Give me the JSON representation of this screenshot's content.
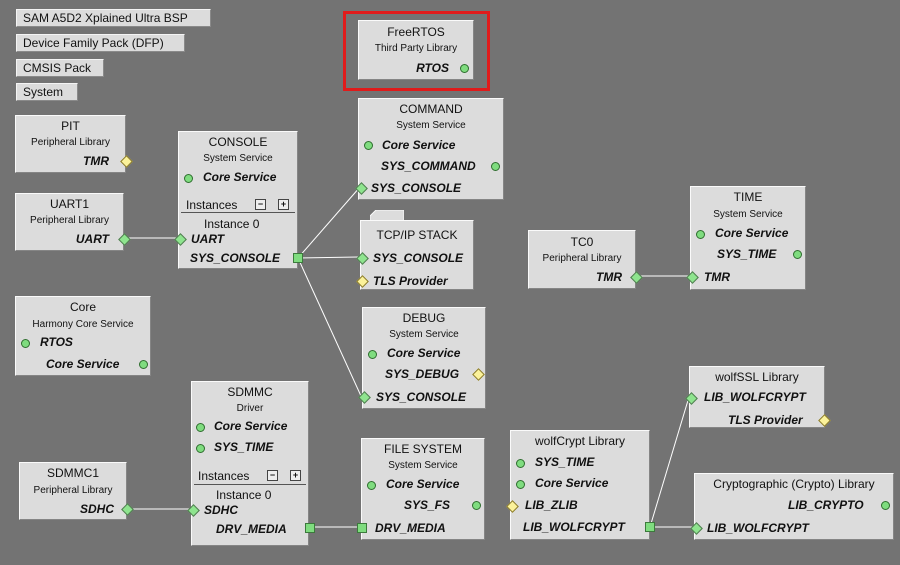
{
  "tags": {
    "bsp": "SAM A5D2 Xplained Ultra BSP",
    "dfp": "Device Family Pack (DFP)",
    "cmsis": "CMSIS Pack",
    "system": "System"
  },
  "freertos": {
    "title": "FreeRTOS",
    "subtitle": "Third Party Library",
    "p_rtos": "RTOS"
  },
  "command": {
    "title": "COMMAND",
    "subtitle": "System Service",
    "p_core": "Core Service",
    "p_cmd": "SYS_COMMAND",
    "p_console": "SYS_CONSOLE"
  },
  "pit": {
    "title": "PIT",
    "subtitle": "Peripheral Library",
    "p_tmr": "TMR"
  },
  "console": {
    "title": "CONSOLE",
    "subtitle": "System Service",
    "p_core": "Core Service",
    "instances": "Instances",
    "instance0": "Instance 0",
    "p_uart": "UART",
    "p_console": "SYS_CONSOLE"
  },
  "uart1": {
    "title": "UART1",
    "subtitle": "Peripheral Library",
    "p_uart": "UART"
  },
  "tcpip": {
    "title": "TCP/IP STACK",
    "p_console": "SYS_CONSOLE",
    "p_tls": "TLS Provider"
  },
  "tc0": {
    "title": "TC0",
    "subtitle": "Peripheral Library",
    "p_tmr": "TMR"
  },
  "time": {
    "title": "TIME",
    "subtitle": "System Service",
    "p_core": "Core Service",
    "p_time": "SYS_TIME",
    "p_tmr": "TMR"
  },
  "core": {
    "title": "Core",
    "subtitle": "Harmony Core Service",
    "p_rtos": "RTOS",
    "p_core": "Core Service"
  },
  "debug": {
    "title": "DEBUG",
    "subtitle": "System Service",
    "p_core": "Core Service",
    "p_debug": "SYS_DEBUG",
    "p_console": "SYS_CONSOLE"
  },
  "sdmmc": {
    "title": "SDMMC",
    "subtitle": "Driver",
    "p_core": "Core Service",
    "p_time": "SYS_TIME",
    "instances": "Instances",
    "instance0": "Instance 0",
    "p_sdhc": "SDHC",
    "p_media": "DRV_MEDIA"
  },
  "sdmmc1": {
    "title": "SDMMC1",
    "subtitle": "Peripheral Library",
    "p_sdhc": "SDHC"
  },
  "fs": {
    "title": "FILE SYSTEM",
    "subtitle": "System Service",
    "p_core": "Core Service",
    "p_fs": "SYS_FS",
    "p_media": "DRV_MEDIA"
  },
  "wolfcrypt": {
    "title": "wolfCrypt Library",
    "p_time": "SYS_TIME",
    "p_core": "Core Service",
    "p_zlib": "LIB_ZLIB",
    "p_wolf": "LIB_WOLFCRYPT"
  },
  "wolfssl": {
    "title": "wolfSSL Library",
    "p_wolf": "LIB_WOLFCRYPT",
    "p_tls": "TLS Provider"
  },
  "crypto": {
    "title": "Cryptographic (Crypto) Library",
    "p_crypto": "LIB_CRYPTO",
    "p_wolf": "LIB_WOLFCRYPT"
  },
  "controls": {
    "minus": "−",
    "plus": "+"
  },
  "colors": {
    "background": "#737373",
    "box": "#dcdcdc",
    "highlight": "#e01b1b",
    "port_green": "#7fdc7f",
    "port_yellow": "#fbf29a"
  }
}
